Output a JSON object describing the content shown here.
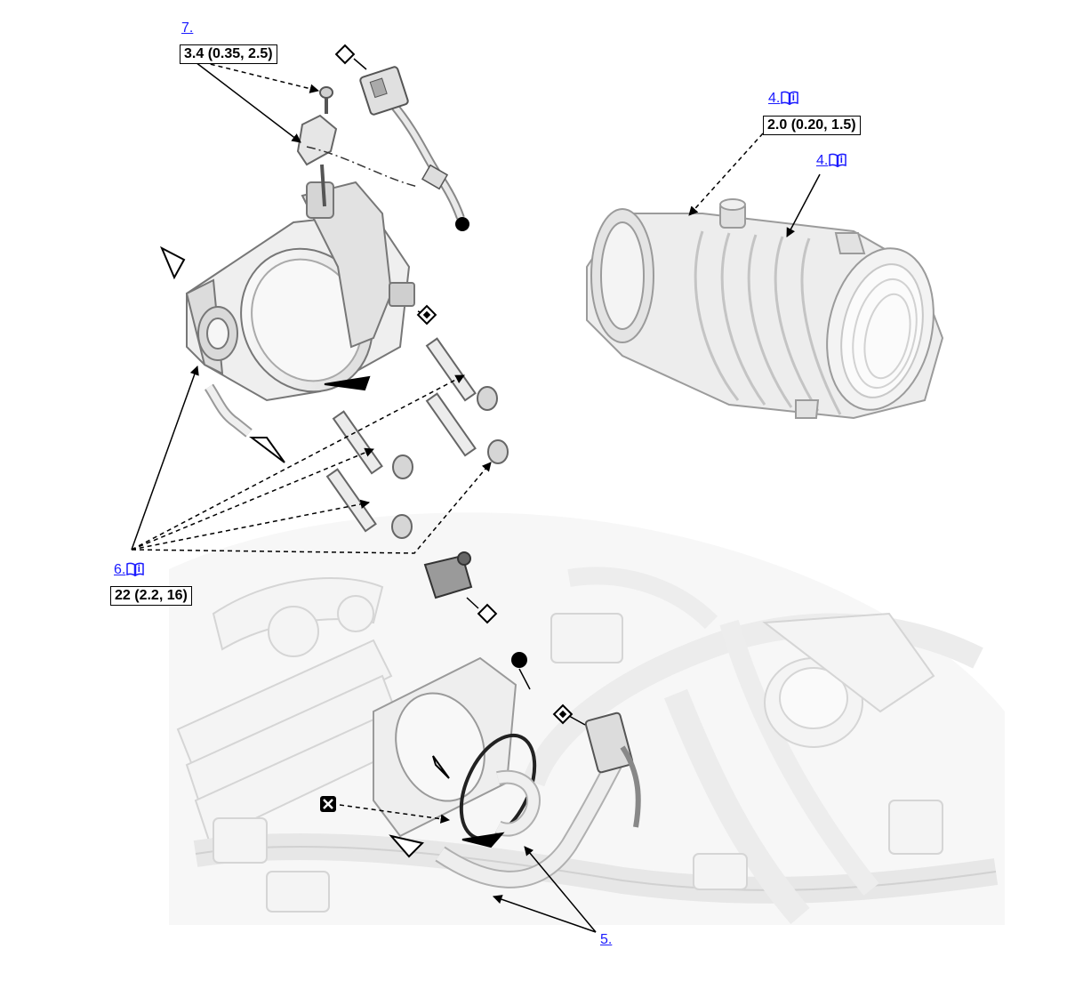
{
  "callouts": {
    "step7": {
      "label": "7.",
      "torque": "3.4 (0.35, 2.5)"
    },
    "step4_torque": {
      "label": "4.",
      "torque": "2.0 (0.20, 1.5)"
    },
    "step4_hose": {
      "label": "4."
    },
    "step6": {
      "label": "6.",
      "torque": "22 (2.2, 16)"
    },
    "step5": {
      "label": "5."
    }
  },
  "icons": {
    "info_book": "manual-reference-icon",
    "replace_part": "replace-part-x-icon",
    "connector_disconnect": "open-diamond-connector-icon",
    "connector_harness": "diamond-dot-connector-icon",
    "connector_end": "filled-circle-connector-icon"
  },
  "colors": {
    "link": "#1a1aff",
    "line": "#000000",
    "part_fill": "#f2f2f2",
    "part_stroke": "#b8b8b8"
  }
}
